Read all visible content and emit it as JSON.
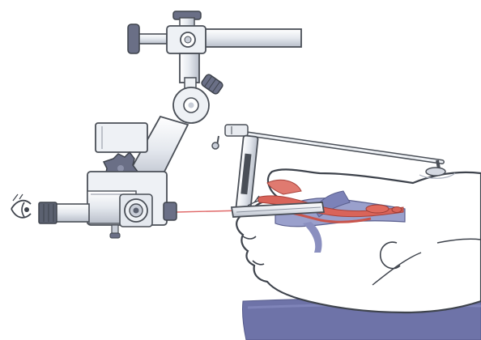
{
  "figure": {
    "labels": [],
    "colors": {
      "outline": "#4a4f57",
      "metal_light": "#eef1f5",
      "metal_mid": "#c9ced8",
      "metal_dark": "#5b6170",
      "knob": "#6a6f86",
      "anatomy_blue": "#8a8fbf",
      "anatomy_red": "#d9645a",
      "laser": "#e06a6a",
      "table": "#6e73a8"
    },
    "icons": [
      "eye-icon",
      "microscope",
      "laryngoscope",
      "suspension-arm",
      "patient-head",
      "operating-table"
    ]
  }
}
